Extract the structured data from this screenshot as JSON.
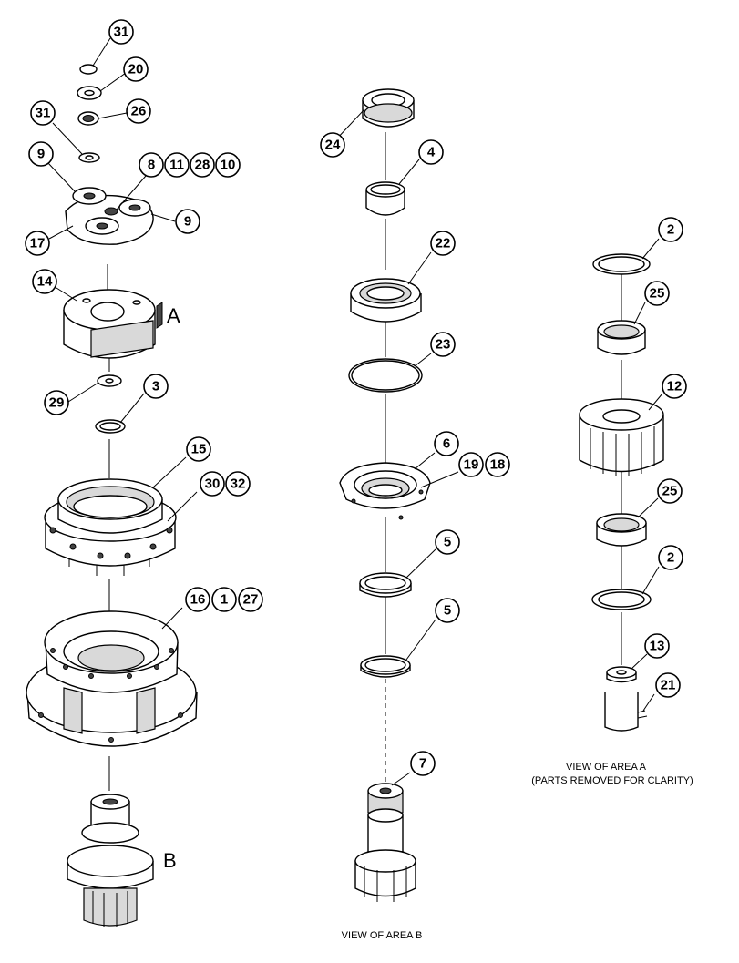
{
  "area_labels": {
    "a": "A",
    "b": "B"
  },
  "captions": {
    "area_a_line1": "VIEW OF AREA A",
    "area_a_line2": "(PARTS REMOVED FOR CLARITY)",
    "area_b": "VIEW OF AREA B"
  },
  "callouts": {
    "c31a": "31",
    "c20": "20",
    "c31b": "31",
    "c26": "26",
    "c9a": "9",
    "c8": "8",
    "c11": "11",
    "c28": "28",
    "c10": "10",
    "c9b": "9",
    "c17": "17",
    "c14": "14",
    "c29": "29",
    "c3": "3",
    "c15": "15",
    "c30": "30",
    "c32": "32",
    "c16": "16",
    "c1": "1",
    "c27": "27",
    "c24": "24",
    "c4": "4",
    "c22": "22",
    "c23": "23",
    "c6": "6",
    "c19": "19",
    "c18": "18",
    "c5a": "5",
    "c5b": "5",
    "c7": "7",
    "c2a": "2",
    "c25a": "25",
    "c12": "12",
    "c25b": "25",
    "c2b": "2",
    "c13": "13",
    "c21": "21"
  }
}
